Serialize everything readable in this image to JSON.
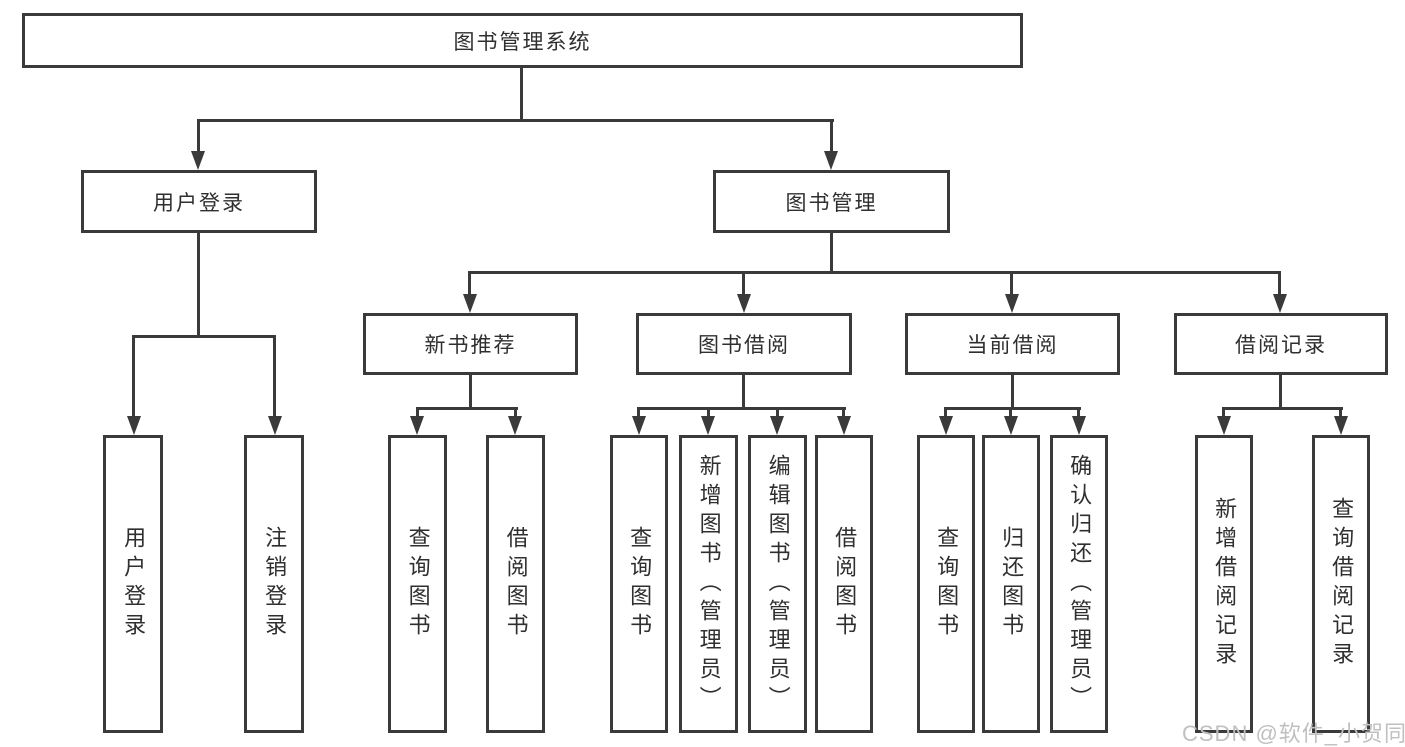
{
  "diagram": {
    "title": "图书管理系统",
    "nodes": {
      "root": {
        "label": "图书管理系统"
      },
      "user_login": {
        "label": "用户登录"
      },
      "book_mgmt": {
        "label": "图书管理"
      },
      "new_book_rec": {
        "label": "新书推荐"
      },
      "book_borrow": {
        "label": "图书借阅"
      },
      "current_borrow": {
        "label": "当前借阅"
      },
      "borrow_records": {
        "label": "借阅记录"
      },
      "leaf_user_login": {
        "label": "用户登录"
      },
      "leaf_logout": {
        "label": "注销登录"
      },
      "leaf_nb_query": {
        "label": "查询图书"
      },
      "leaf_nb_borrow": {
        "label": "借阅图书"
      },
      "leaf_bb_query": {
        "label": "查询图书"
      },
      "leaf_bb_add": {
        "label": "新增图书（管理员）"
      },
      "leaf_bb_edit": {
        "label": "编辑图书（管理员）"
      },
      "leaf_bb_borrow": {
        "label": "借阅图书"
      },
      "leaf_cb_query": {
        "label": "查询图书"
      },
      "leaf_cb_return": {
        "label": "归还图书"
      },
      "leaf_cb_confirm": {
        "label": "确认归还（管理员）"
      },
      "leaf_br_add": {
        "label": "新增借阅记录"
      },
      "leaf_br_query": {
        "label": "查询借阅记录"
      }
    },
    "hierarchy": {
      "图书管理系统": {
        "用户登录": [
          "用户登录",
          "注销登录"
        ],
        "图书管理": {
          "新书推荐": [
            "查询图书",
            "借阅图书"
          ],
          "图书借阅": [
            "查询图书",
            "新增图书（管理员）",
            "编辑图书（管理员）",
            "借阅图书"
          ],
          "当前借阅": [
            "查询图书",
            "归还图书",
            "确认归还（管理员）"
          ],
          "借阅记录": [
            "新增借阅记录",
            "查询借阅记录"
          ]
        }
      }
    },
    "watermark": "CSDN @软件_小贺同学",
    "colors": {
      "line": "#3a3a3a",
      "text": "#2f2f2f",
      "background": "#ffffff",
      "watermark": "#c0c0c0"
    }
  }
}
